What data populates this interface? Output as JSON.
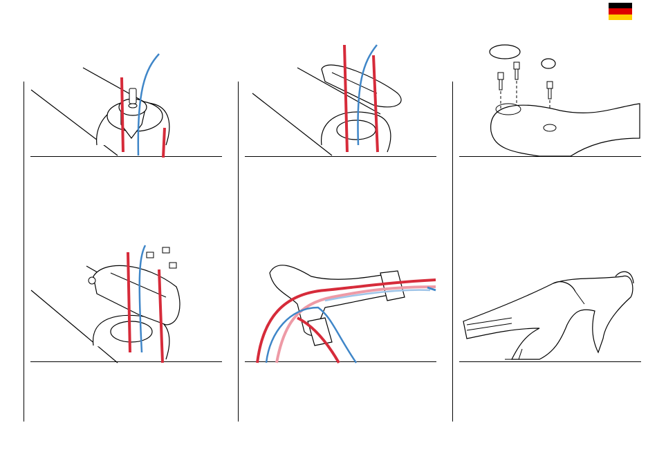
{
  "page": {
    "language_flag": "germany-flag",
    "colors": {
      "flag_black": "#000000",
      "flag_red": "#dd0000",
      "flag_gold": "#ffce00",
      "cable_red": "#d62b3a",
      "cable_blue": "#3f86c8",
      "cable_red_faded": "#ee9aa6",
      "cable_blue_faded": "#9ec4e8",
      "line": "#000000"
    }
  },
  "steps": [
    {
      "id": 1,
      "illustration": "stem-top-cap-with-cables"
    },
    {
      "id": 2,
      "illustration": "stem-spacer-over-cables"
    },
    {
      "id": 3,
      "illustration": "stem-caps-and-bolts"
    },
    {
      "id": 4,
      "illustration": "stem-faceplate-bolts"
    },
    {
      "id": 5,
      "illustration": "handlebar-internal-routing"
    },
    {
      "id": 6,
      "illustration": "handlebar-with-shifter"
    }
  ]
}
